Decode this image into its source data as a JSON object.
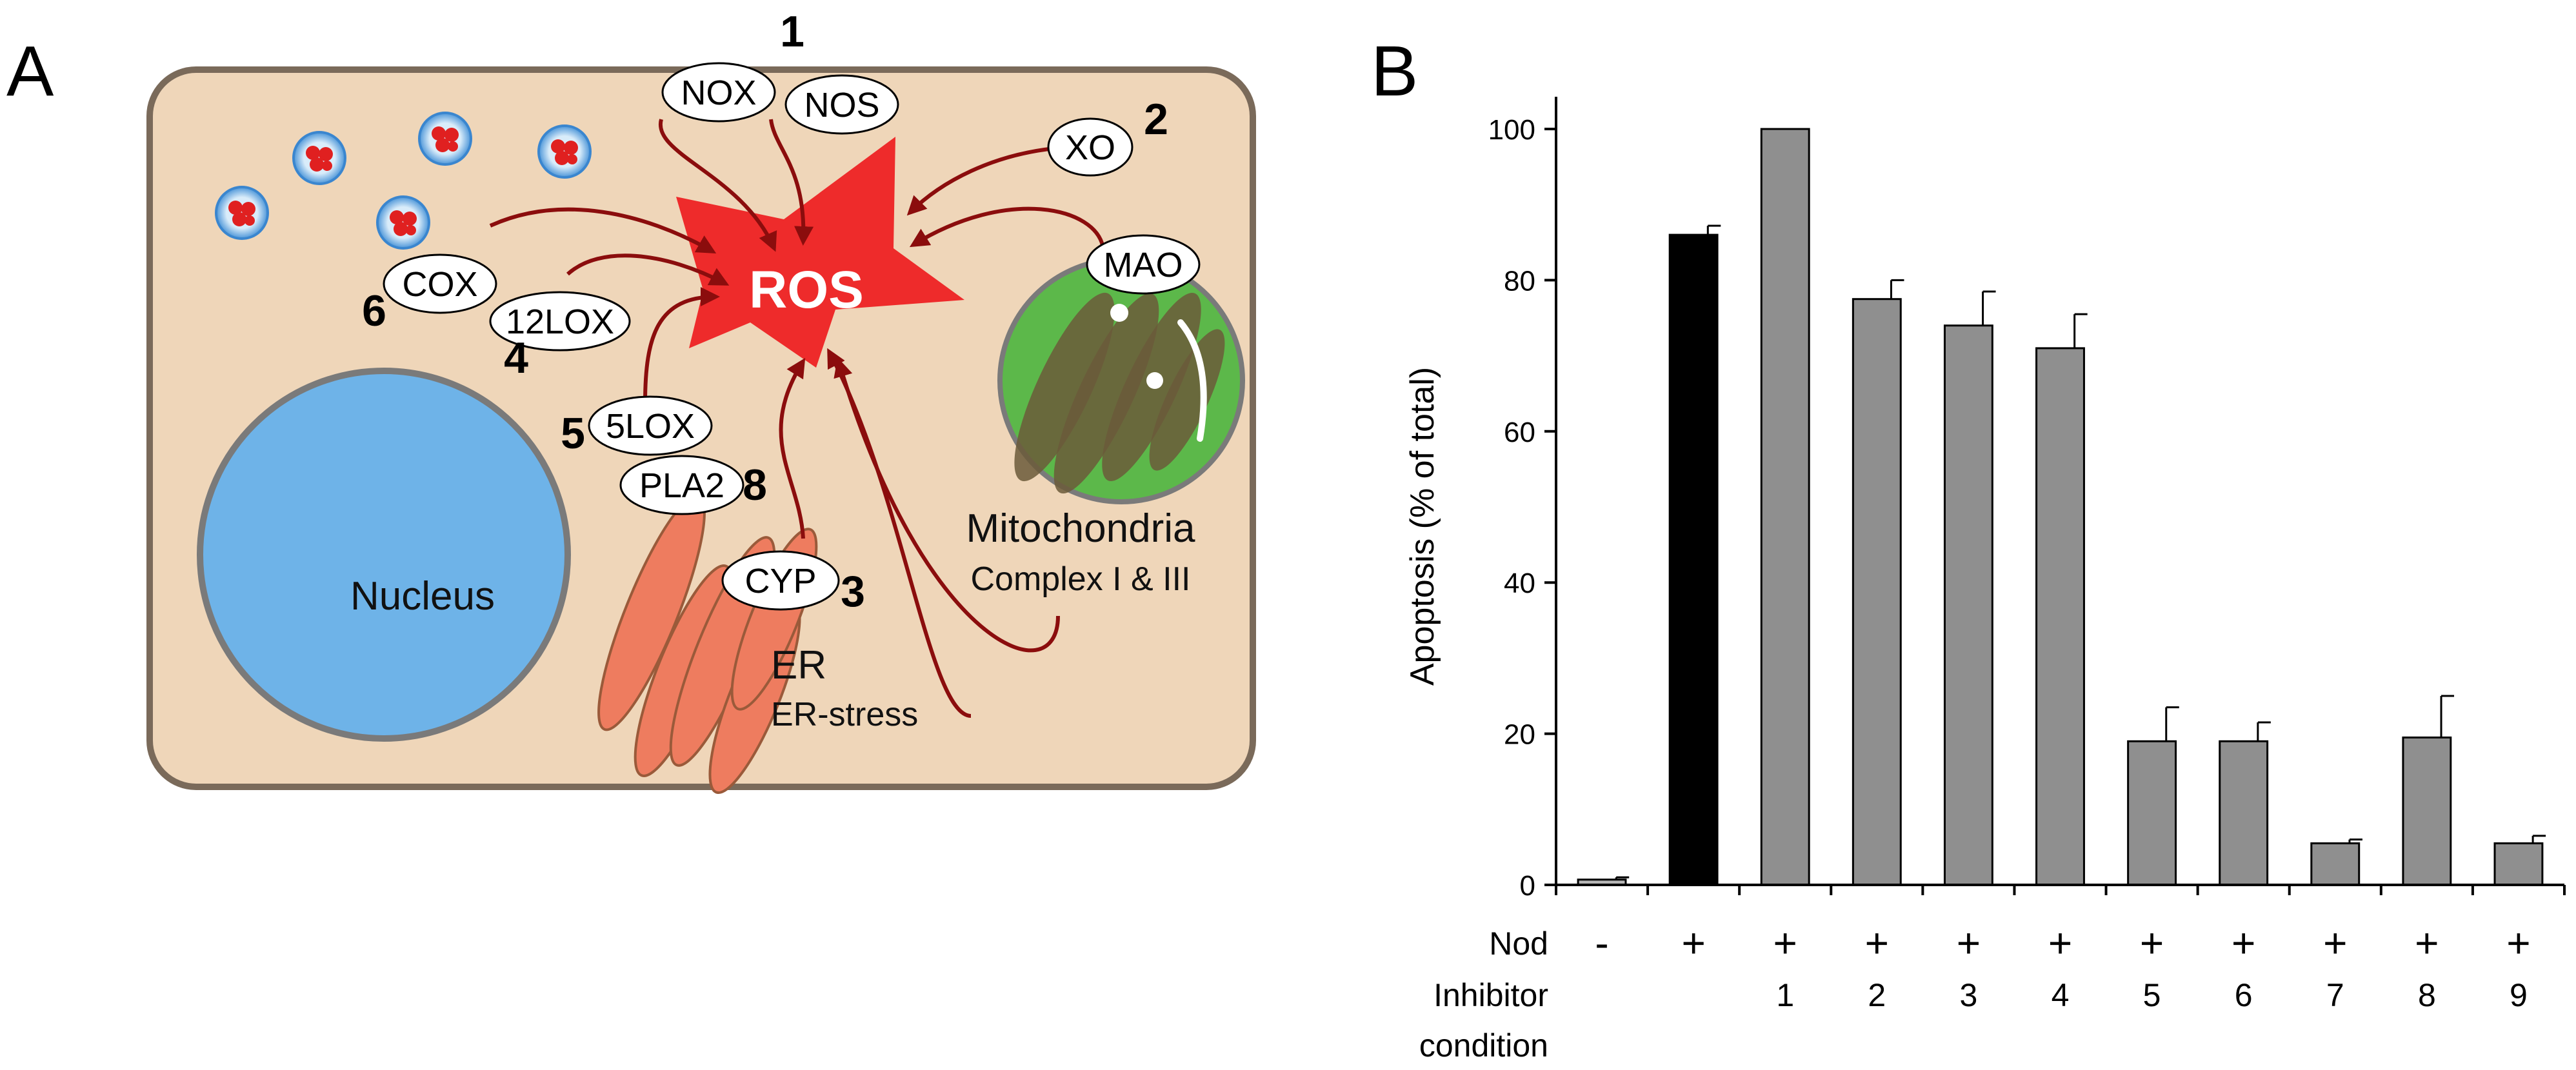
{
  "panels": {
    "a": "A",
    "b": "B"
  },
  "diagram": {
    "center": "ROS",
    "nucleus": "Nucleus",
    "mitochondria": "Mitochondria",
    "mitochondria_sub": "Complex I & III",
    "er": "ER",
    "er_sub": "ER-stress",
    "enzymes": {
      "nox": "NOX",
      "nos": "NOS",
      "xo": "XO",
      "mao": "MAO",
      "cox": "COX",
      "lox12": "12LOX",
      "lox5": "5LOX",
      "pla2": "PLA2",
      "cyp": "CYP"
    },
    "numbers": {
      "n1": "1",
      "n2": "2",
      "n3": "3",
      "n4": "4",
      "n5": "5",
      "n6": "6",
      "n8": "8"
    },
    "colors": {
      "cell": "#efd6b9",
      "cell_border": "#7a6a5a",
      "nucleus": "#6eb3e8",
      "er": "#ee7c5f",
      "ros": "#ee2b2b",
      "arrow": "#8b0d0d",
      "mito_outer": "#5cb84a",
      "mito_inner": "#6b5a3a"
    }
  },
  "chart_data": {
    "type": "bar",
    "ylabel": "Apoptosis (% of total)",
    "ylim": [
      0,
      100
    ],
    "yticks": [
      0,
      20,
      40,
      60,
      80,
      100
    ],
    "row_labels": {
      "nod": "Nod",
      "inhibitor_line1": "Inhibitor",
      "inhibitor_line2": "condition"
    },
    "categories": [
      {
        "nod": "-",
        "inhibitor": ""
      },
      {
        "nod": "+",
        "inhibitor": ""
      },
      {
        "nod": "+",
        "inhibitor": "1"
      },
      {
        "nod": "+",
        "inhibitor": "2"
      },
      {
        "nod": "+",
        "inhibitor": "3"
      },
      {
        "nod": "+",
        "inhibitor": "4"
      },
      {
        "nod": "+",
        "inhibitor": "5"
      },
      {
        "nod": "+",
        "inhibitor": "6"
      },
      {
        "nod": "+",
        "inhibitor": "7"
      },
      {
        "nod": "+",
        "inhibitor": "8"
      },
      {
        "nod": "+",
        "inhibitor": "9"
      }
    ],
    "values": [
      0.7,
      86,
      100,
      77.5,
      74,
      71,
      19,
      19,
      5.5,
      19.5,
      5.5
    ],
    "errors": [
      0.3,
      1.2,
      0,
      2.5,
      4.5,
      4.5,
      4.5,
      2.5,
      0.5,
      5.5,
      1
    ],
    "bar_colors": [
      "#b5b5b5",
      "#000000",
      "#8f8f8f",
      "#8f8f8f",
      "#8f8f8f",
      "#8f8f8f",
      "#8f8f8f",
      "#8f8f8f",
      "#8f8f8f",
      "#8f8f8f",
      "#8f8f8f"
    ]
  }
}
